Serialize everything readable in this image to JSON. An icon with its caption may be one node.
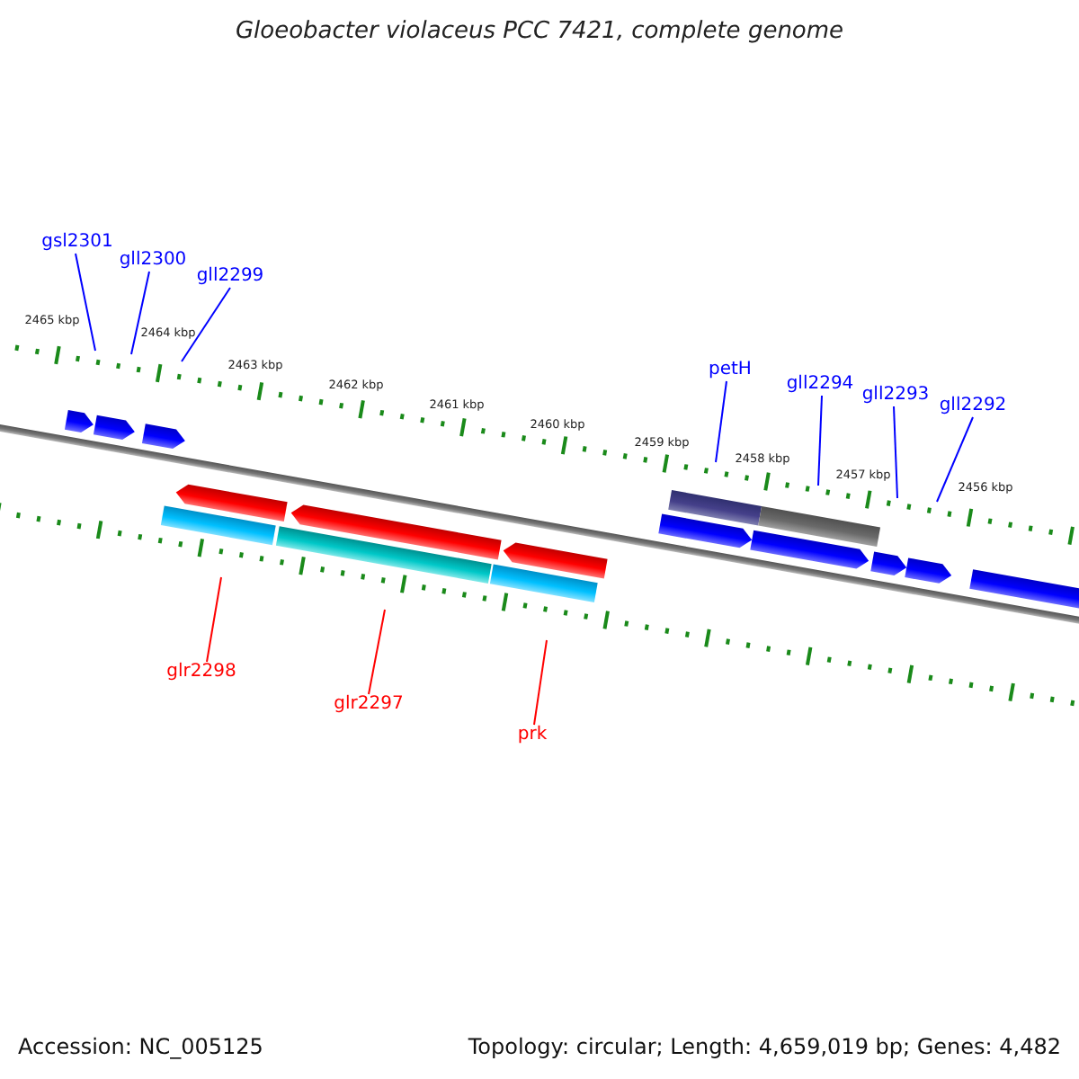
{
  "diagram": {
    "title": "Gloeobacter violaceus PCC 7421, complete genome",
    "nodes": [
      {
        "text": [
          "gsl2301"
        ]
      },
      {
        "text": [
          "gll2300"
        ]
      },
      {
        "text": [
          "gll2299"
        ]
      },
      {
        "text": [
          "petH"
        ]
      },
      {
        "text": [
          "gll2294"
        ]
      },
      {
        "text": [
          "gll2293"
        ]
      },
      {
        "text": [
          "gll2292"
        ]
      },
      {
        "text": [
          "glr2298"
        ]
      },
      {
        "text": [
          "glr2297"
        ]
      },
      {
        "text": [
          "prk"
        ]
      }
    ],
    "edges": [
      {
        "from": 0,
        "to": null,
        "arrow": "none"
      },
      {
        "from": 1,
        "to": null,
        "arrow": "none"
      },
      {
        "from": 2,
        "to": null,
        "arrow": "none"
      },
      {
        "from": 3,
        "to": null,
        "arrow": "none"
      },
      {
        "from": 4,
        "to": null,
        "arrow": "none"
      },
      {
        "from": 5,
        "to": null,
        "arrow": "none"
      },
      {
        "from": 6,
        "to": null,
        "arrow": "none"
      },
      {
        "from": 7,
        "to": null,
        "arrow": "none",
        "color": "#ff0000"
      },
      {
        "from": 8,
        "to": null,
        "arrow": "none",
        "color": "#ff0000"
      },
      {
        "from": 9,
        "to": null,
        "arrow": "none",
        "color": "#ff0000"
      }
    ],
    "labels": [
      "2465 kbp",
      "2464 kbp",
      "2463 kbp",
      "2462 kbp",
      "2461 kbp",
      "2460 kbp",
      "2459 kbp",
      "2458 kbp",
      "2457 kbp",
      "2456 kbp",
      "Accession: NC_005125",
      "Topology: circular; Length: 4,659,019 bp; Genes: 4,482"
    ]
  }
}
